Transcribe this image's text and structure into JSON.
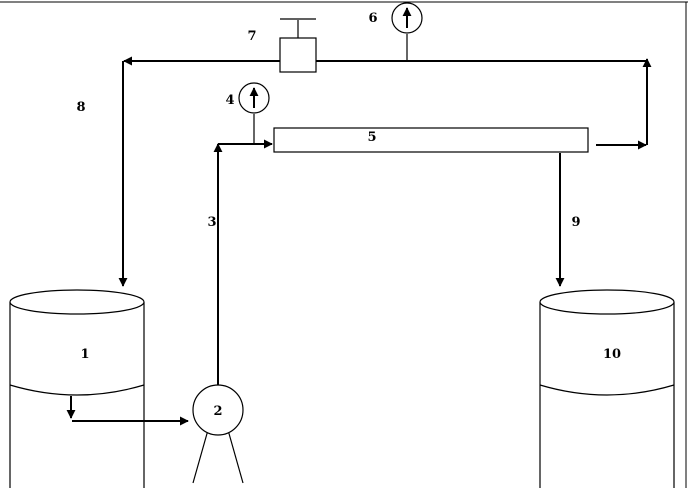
{
  "labels": {
    "tank_feed": "1",
    "pump": "2",
    "feed_line": "3",
    "gauge_inlet": "4",
    "membrane_module": "5",
    "gauge_outlet": "6",
    "valve": "7",
    "recycle_line": "8",
    "permeate_line": "9",
    "tank_permeate": "10"
  }
}
